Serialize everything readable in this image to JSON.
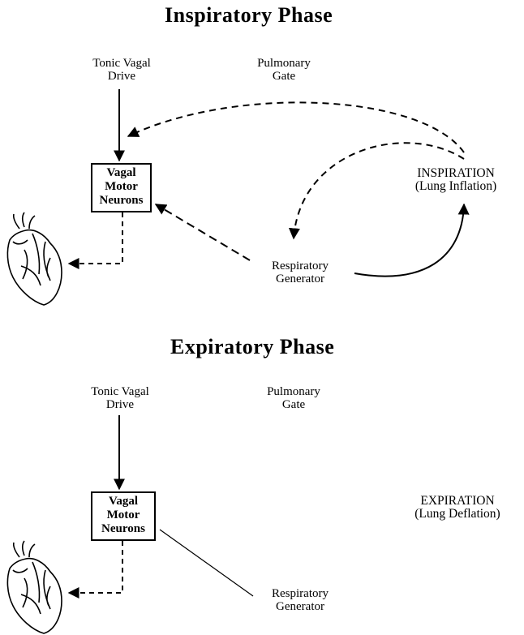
{
  "inspiratory": {
    "title": "Inspiratory Phase",
    "tonic_vagal_drive": [
      "Tonic Vagal",
      "Drive"
    ],
    "pulmonary_gate": [
      "Pulmonary",
      "Gate"
    ],
    "vagal_motor_neurons": [
      "Vagal",
      "Motor",
      "Neurons"
    ],
    "respiratory_generator": [
      "Respiratory",
      "Generator"
    ],
    "phase_state": [
      "INSPIRATION",
      "(Lung Inflation)"
    ]
  },
  "expiratory": {
    "title": "Expiratory Phase",
    "tonic_vagal_drive": [
      "Tonic Vagal",
      "Drive"
    ],
    "pulmonary_gate": [
      "Pulmonary",
      "Gate"
    ],
    "vagal_motor_neurons": [
      "Vagal",
      "Motor",
      "Neurons"
    ],
    "respiratory_generator": [
      "Respiratory",
      "Generator"
    ],
    "phase_state": [
      "EXPIRATION",
      "(Lung Deflation)"
    ]
  },
  "icons": {
    "heart": "heart-icon"
  },
  "colors": {
    "ink": "#000000",
    "background": "#ffffff"
  }
}
